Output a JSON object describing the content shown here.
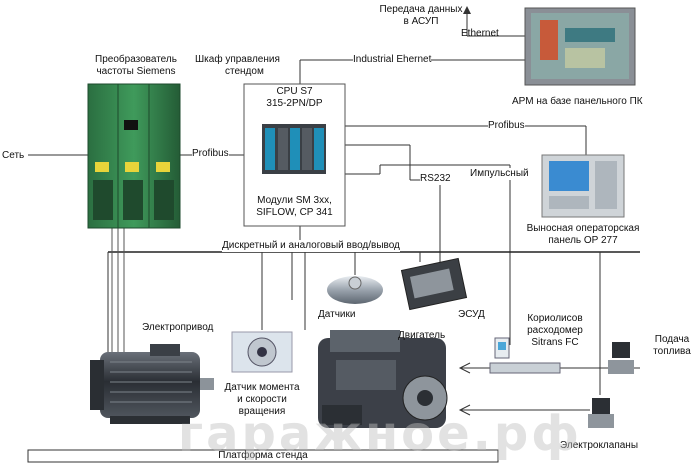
{
  "labels": {
    "data_transfer_1": "Передача данных",
    "data_transfer_2": "в АСУП",
    "ethernet": "Ethernet",
    "industrial_ethernet": "Industrial Ehernet",
    "arm": "АРМ на базе панельного ПК",
    "fc_title_1": "Преобразователь",
    "fc_title_2": "частоты Siemens",
    "cabinet_1": "Шкаф управления",
    "cabinet_2": "стендом",
    "cpu_1": "CPU S7",
    "cpu_2": "315-2PN/DP",
    "modules_1": "Модули SM 3xx,",
    "modules_2": "SIFLOW, CP 341",
    "profibus_left": "Profibus",
    "profibus_right": "Profibus",
    "net": "Сеть",
    "rs232": "RS232",
    "pulse": "Импульсный",
    "op_panel_1": "Выносная операторская",
    "op_panel_2": "панель OP 277",
    "io_bus": "Дискретный и аналоговый ввод/вывод",
    "sensors": "Датчики",
    "ecu": "ЭСУД",
    "motor_drive": "Электропривод",
    "engine": "Двигатель",
    "coriolis_1": "Кориолисов",
    "coriolis_2": "расходомер",
    "coriolis_3": "Sitrans FC",
    "fuel_1": "Подача",
    "fuel_2": "топлива",
    "torque_1": "Датчик момента",
    "torque_2": "и скорости",
    "torque_3": "вращения",
    "valves": "Электроклапаны",
    "platform": "Платформа стенда",
    "watermark": "гаражное.рф"
  },
  "colors": {
    "cabinet": "#2f7d4a",
    "monitor_frame": "#8a8f96",
    "plc_blue": "#1f8fb8",
    "line": "#333333"
  }
}
